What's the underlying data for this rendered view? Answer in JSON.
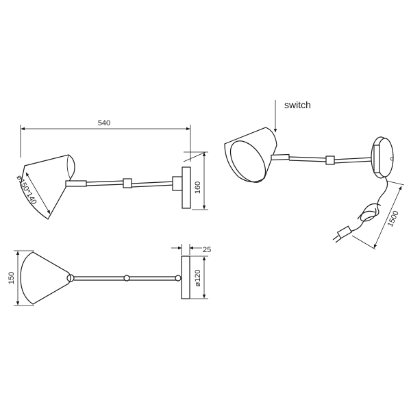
{
  "dimensions": {
    "overall_width": "540",
    "backplate_height": "160",
    "shade_diameter": "ø150*140",
    "top_height": "150",
    "backplate_depth": "25",
    "backplate_diameter": "ø120",
    "cable_length": "1500"
  },
  "labels": {
    "switch": "switch"
  }
}
